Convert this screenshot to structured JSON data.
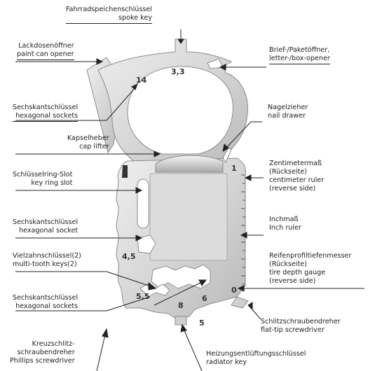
{
  "labels": {
    "spoke_key": [
      "Fahrradspeichenschlüssel",
      "spoke key"
    ],
    "paint_can": [
      "Lackdosenöffner",
      "paint can opener"
    ],
    "letter_box": [
      "Brief-/Paketöffner,",
      "letter-/box-opener"
    ],
    "hex_sockets_top": [
      "Sechskantschlüssel",
      "hexagonal sockets"
    ],
    "nail_drawer": [
      "Nagelzieher",
      "nail drawer"
    ],
    "cap_lifter": [
      "Kapselheber",
      "cap lifter"
    ],
    "cm_ruler": [
      "Zentimetermaß",
      "(Rückseite)",
      "centimeter ruler",
      "(reverse side)"
    ],
    "key_ring": [
      "Schlüsselring-Slot",
      "key ring slot"
    ],
    "inch_ruler": [
      "Inchmaß",
      "Inch ruler"
    ],
    "hex_socket_mid": [
      "Sechskantschlüssel",
      "hexagonal socket"
    ],
    "multi_tooth": [
      "Vielzahnschlüssel(2)",
      "multi-tooth keys(2)"
    ],
    "tire_gauge": [
      "Reifenprofiltiefenmesser",
      "(Rückseite)",
      "tire depth gauge",
      "(reverse side)"
    ],
    "hex_sockets_bottom": [
      "Sechskantschlüssel",
      "hexagonal sockets"
    ],
    "flat_tip": [
      "Schlitzschraubendreher",
      "flat-tip screwdriver"
    ],
    "phillips": [
      "Kreuzschlitz-",
      "schraubendreher",
      "Phillips screwdriver"
    ],
    "radiator": [
      "Heizungsentlüftungsschlüssel",
      "radiator key"
    ]
  },
  "tool_marks": {
    "size_3_3": "3,3",
    "size_14": "14",
    "size_4_5": "4,5",
    "size_5_5": "5,5",
    "size_8": "8",
    "size_6": "6",
    "size_5": "5",
    "ruler_1": "1",
    "ruler_0": "0"
  },
  "colors": {
    "steel_light": "#e6e6e6",
    "steel_mid": "#c9c9c9",
    "steel_dark": "#9c9c9c",
    "line": "#222222"
  }
}
